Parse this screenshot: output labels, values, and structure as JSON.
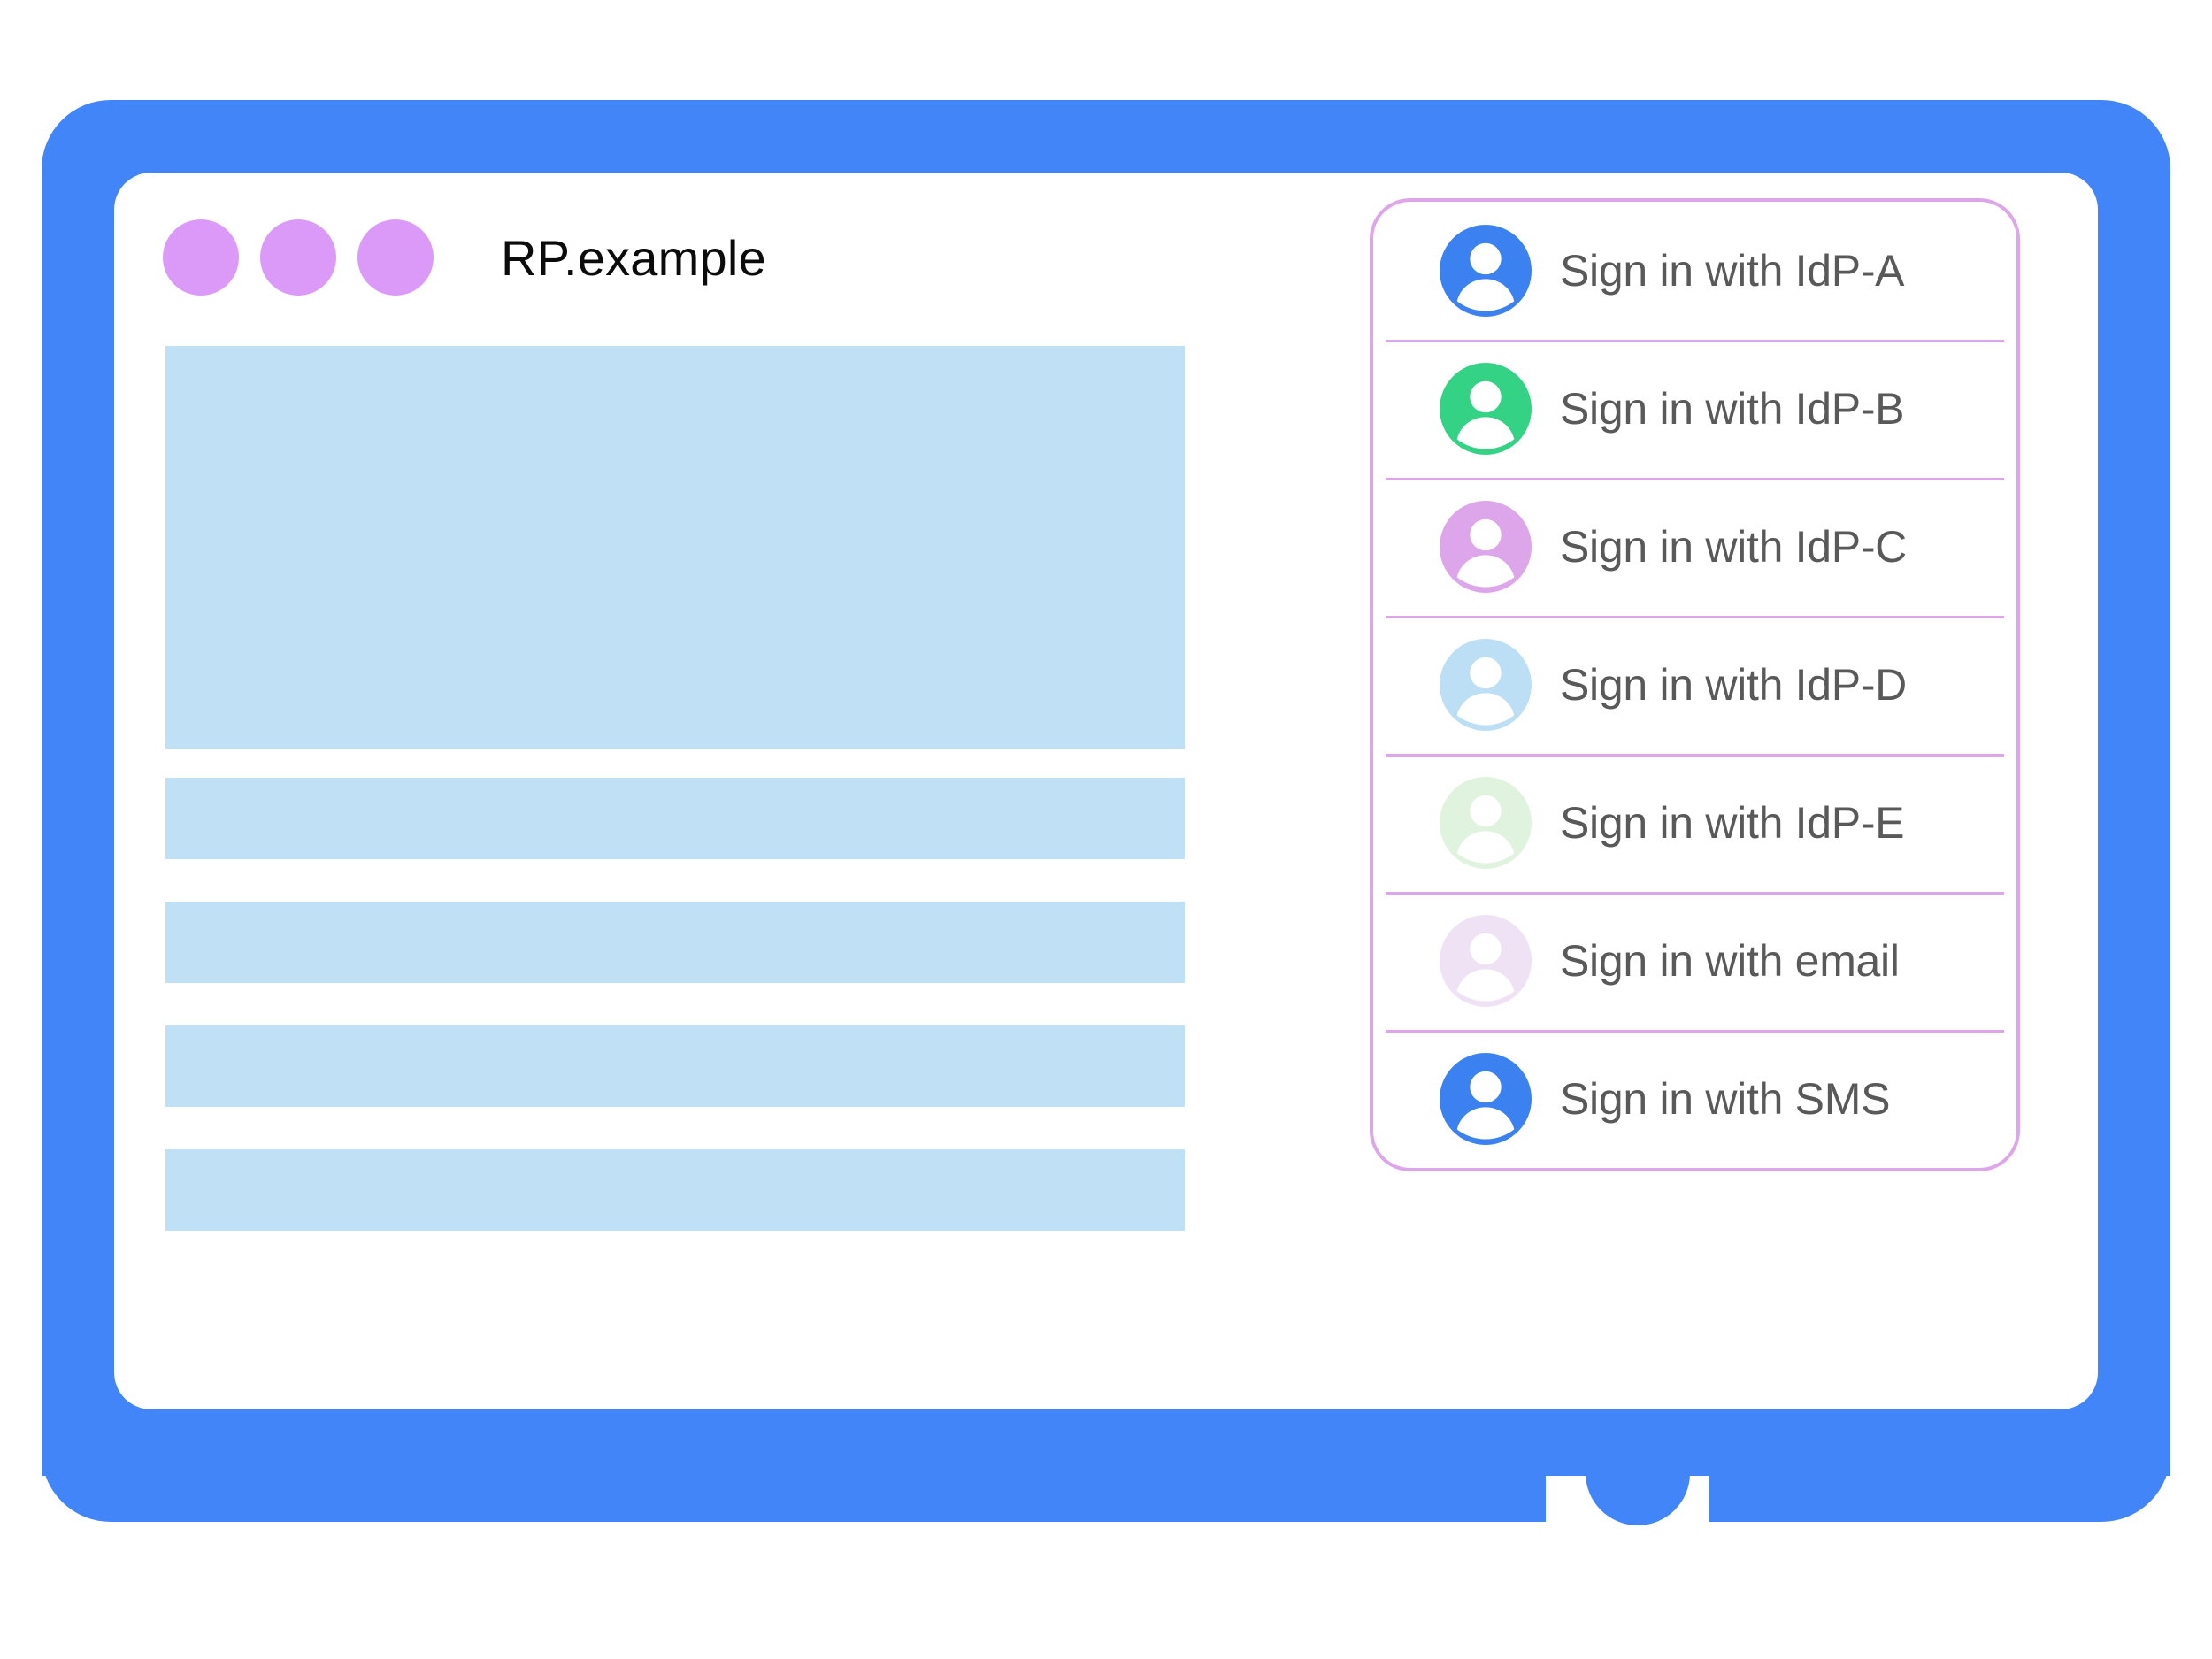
{
  "window": {
    "title": "RP.example",
    "dots": [
      "window-dot-1",
      "window-dot-2",
      "window-dot-3"
    ],
    "frame_color": "#4285f8",
    "dot_color": "#db9af8"
  },
  "content": {
    "placeholders": [
      {
        "name": "content-hero-block",
        "kind": "hero"
      },
      {
        "name": "content-bar-1",
        "kind": "bar"
      },
      {
        "name": "content-bar-2",
        "kind": "bar"
      },
      {
        "name": "content-bar-3",
        "kind": "bar"
      },
      {
        "name": "content-bar-4",
        "kind": "bar"
      }
    ],
    "placeholder_color": "#bfe0f5"
  },
  "account_chooser": {
    "border_color": "#dda5ea",
    "separator_color": "#dda5ea",
    "label_color": "#595959",
    "rows": [
      {
        "label": "Sign in with IdP-A",
        "icon": "account-avatar-icon",
        "avatar_color": "#3b82f0"
      },
      {
        "label": "Sign in with IdP-B",
        "icon": "account-avatar-icon",
        "avatar_color": "#34d285"
      },
      {
        "label": "Sign in with IdP-C",
        "icon": "account-avatar-icon",
        "avatar_color": "#dda5ea"
      },
      {
        "label": "Sign in with IdP-D",
        "icon": "account-avatar-icon",
        "avatar_color": "#bcdff5"
      },
      {
        "label": "Sign in with IdP-E",
        "icon": "account-avatar-icon",
        "avatar_color": "#dff3de"
      },
      {
        "label": "Sign in with email",
        "icon": "account-avatar-icon",
        "avatar_color": "#efe2f5"
      },
      {
        "label": "Sign in with SMS",
        "icon": "account-avatar-icon",
        "avatar_color": "#3b82f0"
      }
    ]
  }
}
